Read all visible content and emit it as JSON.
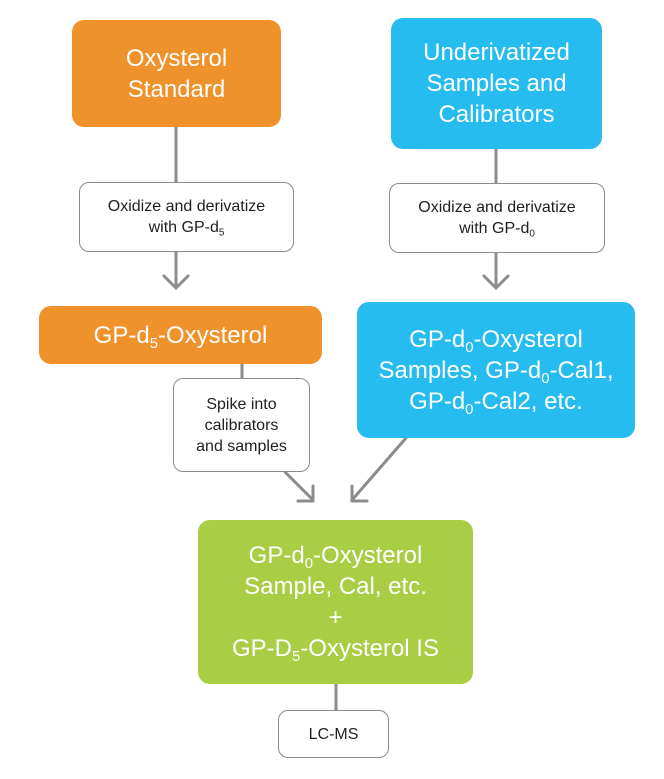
{
  "diagram": {
    "nodes": {
      "oxysterol_standard": {
        "line1": "Oxysterol",
        "line2": "Standard"
      },
      "underivatized": {
        "line1": "Underivatized",
        "line2": "Samples and",
        "line3": "Calibrators"
      },
      "step_left": {
        "line1": "Oxidize and derivatize",
        "line2_pre": "with GP-d",
        "line2_sub": "5"
      },
      "step_right": {
        "line1": "Oxidize and derivatize",
        "line2_pre": "with GP-d",
        "line2_sub": "0"
      },
      "gp_d5": {
        "pre": "GP-d",
        "sub": "5",
        "post": "-Oxysterol"
      },
      "gp_d0_samples": {
        "l1_pre": "GP-d",
        "l1_sub": "0",
        "l1_post": "-Oxysterol",
        "l2_pre": "Samples, GP-d",
        "l2_sub": "0",
        "l2_post": "-Cal1,",
        "l3_pre": "GP-d",
        "l3_sub": "0",
        "l3_post": "-Cal2, etc."
      },
      "spike": {
        "line1": "Spike into",
        "line2": "calibrators",
        "line3": "and samples"
      },
      "combined": {
        "l1_pre": "GP-d",
        "l1_sub": "0",
        "l1_post": "-Oxysterol",
        "l2": "Sample, Cal, etc.",
        "l3": "+",
        "l4_pre": "GP-D",
        "l4_sub": "5",
        "l4_post": "-Oxysterol IS"
      },
      "lcms": {
        "label": "LC-MS"
      }
    }
  },
  "colors": {
    "orange": "#f0922b",
    "blue": "#27bcef",
    "green": "#a9ce45",
    "connector": "#8c8c8c",
    "step_border": "#8c8c8c"
  }
}
